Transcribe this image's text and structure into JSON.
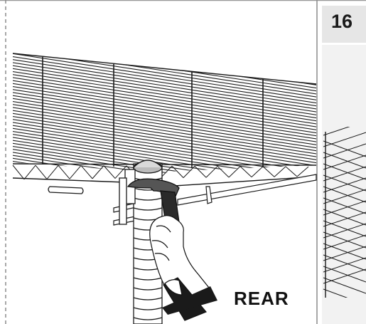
{
  "step": {
    "number": "16"
  },
  "callout": {
    "label": "REAR"
  },
  "icons": [
    "wire-shelf-illustration",
    "hammer-icon",
    "hand-icon",
    "post-icon"
  ],
  "colors": {
    "frame": "#8c8c8c",
    "header_fill": "#e6e6e6",
    "line": "#1a1a1a"
  }
}
